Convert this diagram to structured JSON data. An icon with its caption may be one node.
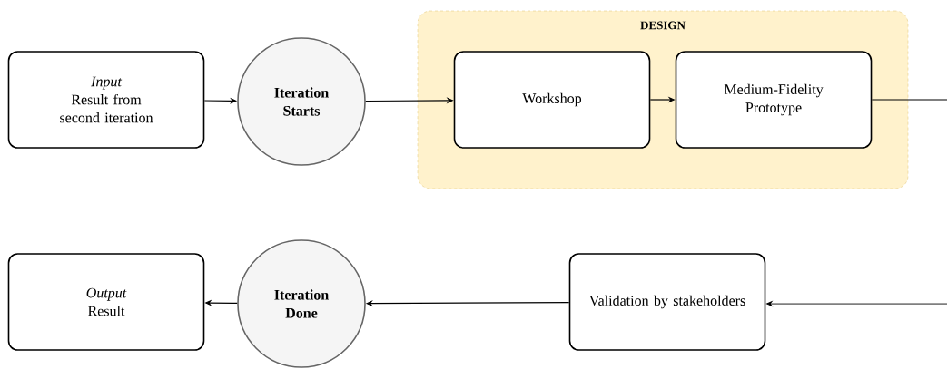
{
  "diagram": {
    "nodes": [
      {
        "text": [
          "Input",
          "Result from second iteration"
        ]
      },
      {
        "text": [
          "Iteration Starts"
        ]
      },
      {
        "text": [
          "DESIGN"
        ]
      },
      {
        "text": [
          "Workshop"
        ],
        "in": 2
      },
      {
        "text": [
          "Medium-Fidelity Prototype"
        ],
        "in": 2
      },
      {
        "text": [
          "Validation by stakeholders"
        ]
      },
      {
        "text": [
          "Iteration Done"
        ]
      },
      {
        "text": [
          "Output",
          "Result"
        ]
      }
    ],
    "edges": [
      {
        "from": 0,
        "to": 1,
        "arrow": "to"
      },
      {
        "from": 1,
        "to": 3,
        "arrow": "to"
      },
      {
        "from": 3,
        "to": 4,
        "arrow": "to"
      },
      {
        "from": 4,
        "to": null,
        "arrow": "none"
      },
      {
        "from": null,
        "to": 5,
        "arrow": "to"
      },
      {
        "from": 5,
        "to": 6,
        "arrow": "to"
      },
      {
        "from": 6,
        "to": 7,
        "arrow": "to"
      }
    ]
  }
}
